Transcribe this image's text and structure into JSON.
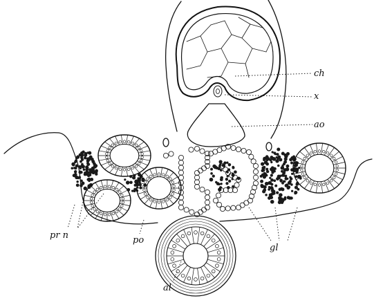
{
  "labels": {
    "ch": "ch",
    "x": "x",
    "ao": "ao",
    "prn": "pr n",
    "po": "po",
    "gl": "gl",
    "al": "al"
  }
}
